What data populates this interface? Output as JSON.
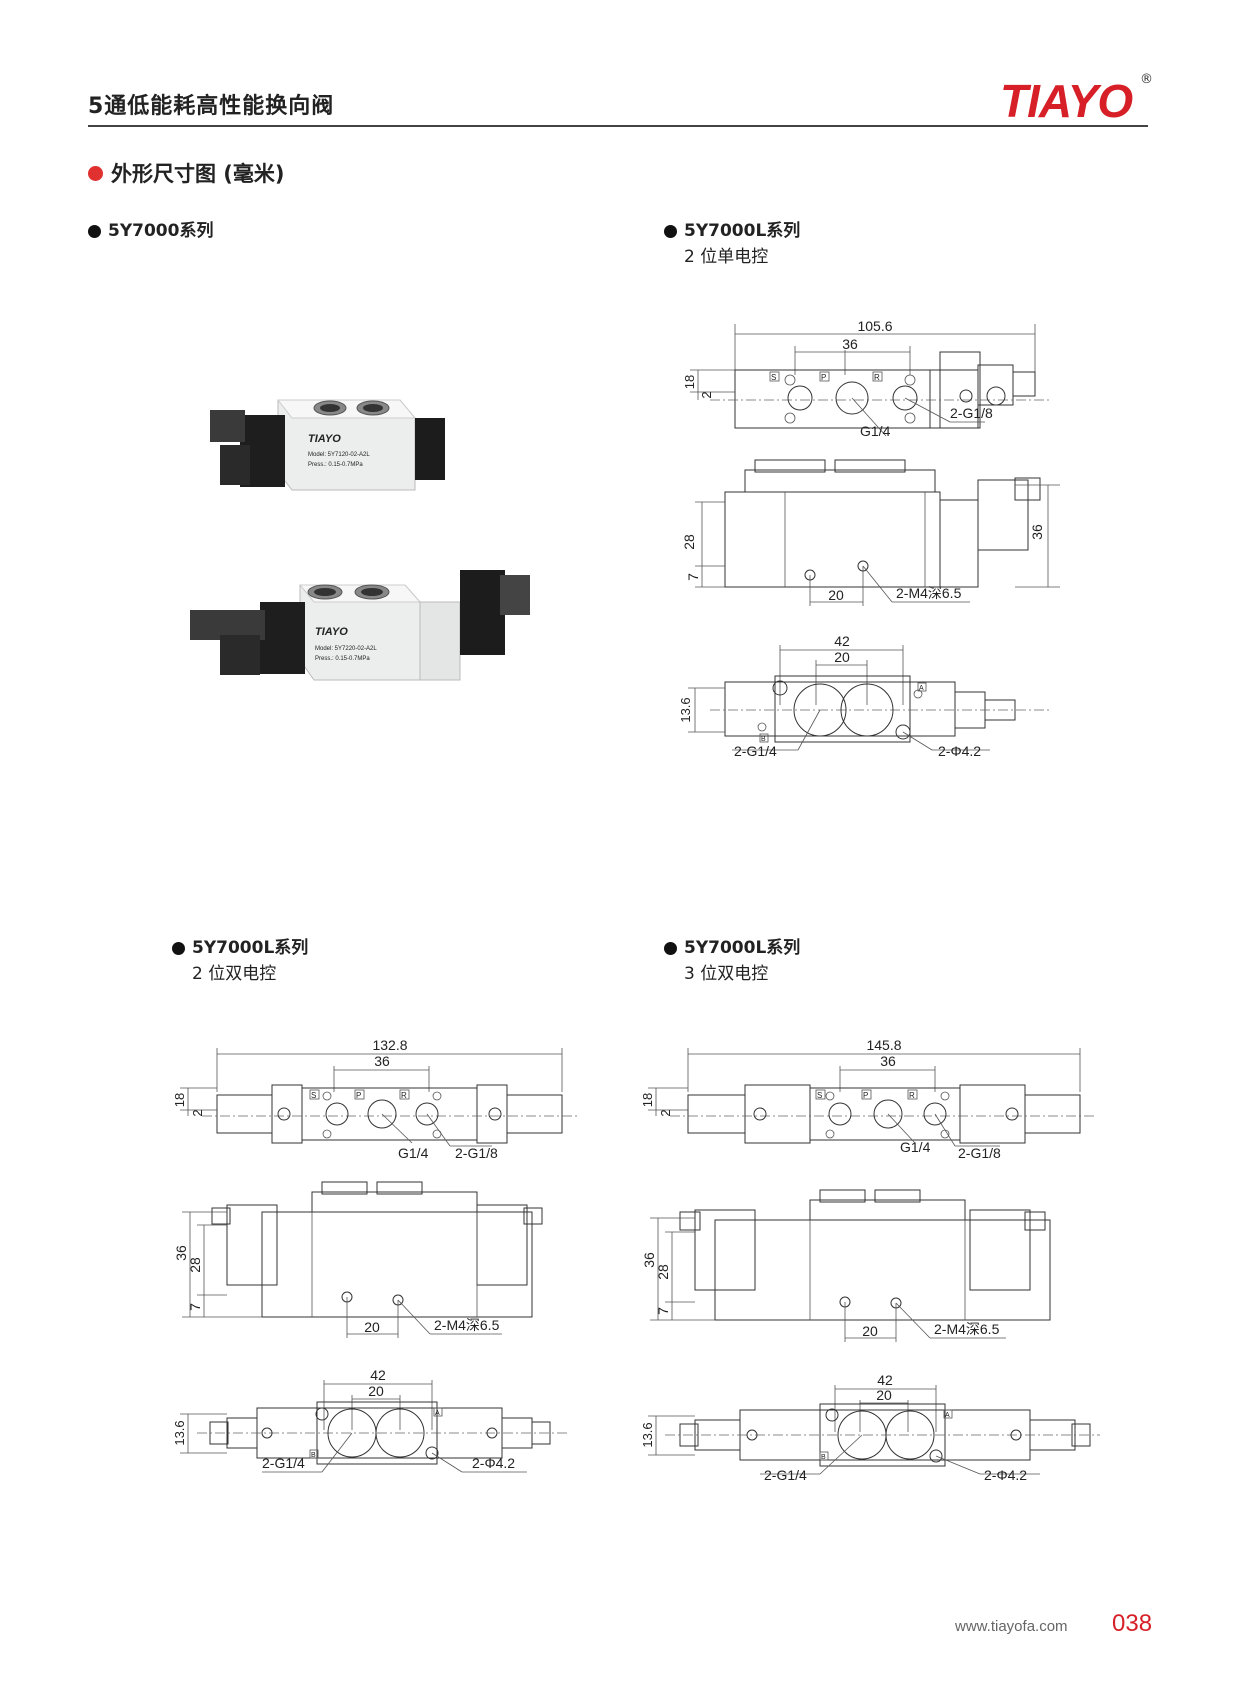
{
  "header": {
    "title": "5通低能耗高性能换向阀",
    "brand": "TIAYO",
    "registered": "®"
  },
  "section": {
    "title": "外形尺寸图 (毫米)"
  },
  "blocks": {
    "a": {
      "series": "5Y7000系列"
    },
    "b": {
      "series": "5Y7000L系列",
      "mode": "2 位单电控",
      "top": {
        "overall": "105.6",
        "pitch": "36",
        "h1": "18",
        "h2": "2",
        "port_small": "2-G1/8",
        "port_main": "G1/4",
        "p_s": "S",
        "p_p": "P",
        "p_r": "R"
      },
      "side": {
        "height": "28",
        "offset": "7",
        "total": "36",
        "pitch": "20",
        "thread": "2-M4深6.5"
      },
      "bottom": {
        "span": "42",
        "pitch": "20",
        "height": "13.6",
        "port": "2-G1/4",
        "hole": "2-Φ4.2",
        "pa": "A",
        "pb": "B"
      }
    },
    "c": {
      "series": "5Y7000L系列",
      "mode": "2 位双电控",
      "top": {
        "overall": "132.8",
        "pitch": "36",
        "h1": "18",
        "h2": "2",
        "port_small": "2-G1/8",
        "port_main": "G1/4",
        "p_s": "S",
        "p_p": "P",
        "p_r": "R"
      },
      "side": {
        "total": "36",
        "height": "28",
        "offset": "7",
        "pitch": "20",
        "thread": "2-M4深6.5"
      },
      "bottom": {
        "span": "42",
        "pitch": "20",
        "height": "13.6",
        "port": "2-G1/4",
        "hole": "2-Φ4.2",
        "pa": "A",
        "pb": "B"
      }
    },
    "d": {
      "series": "5Y7000L系列",
      "mode": "3 位双电控",
      "top": {
        "overall": "145.8",
        "pitch": "36",
        "h1": "18",
        "h2": "2",
        "port_small": "2-G1/8",
        "port_main": "G1/4",
        "p_s": "S",
        "p_p": "P",
        "p_r": "R"
      },
      "side": {
        "total": "36",
        "height": "28",
        "offset": "7",
        "pitch": "20",
        "thread": "2-M4深6.5"
      },
      "bottom": {
        "span": "42",
        "pitch": "20",
        "height": "13.6",
        "port": "2-G1/4",
        "hole": "2-Φ4.2",
        "pa": "A",
        "pb": "B"
      }
    }
  },
  "photo": {
    "brand": "TIAYO",
    "single_model": "Model: 5Y7120-02-A2L",
    "double_model": "Model: 5Y7220-02-A2L",
    "press": "Press.: 0.15-0.7MPa"
  },
  "footer": {
    "url": "www.tiayofa.com",
    "page": "038"
  }
}
